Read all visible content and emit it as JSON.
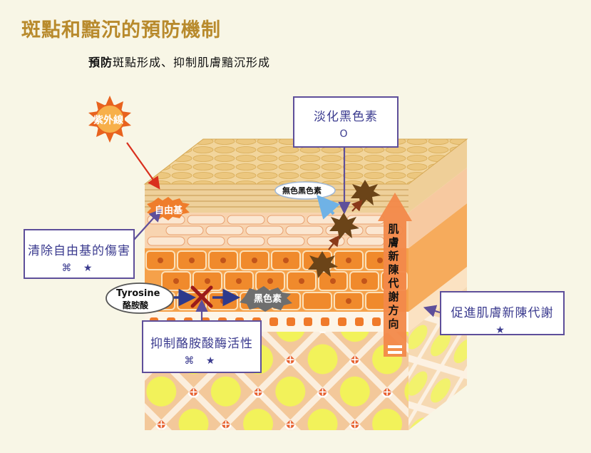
{
  "title": "斑點和黯沉的預防機制",
  "subtitle": {
    "bold": "預防",
    "rest": "斑點形成、抑制肌膚黯沉形成"
  },
  "labels": {
    "uv": "紫外線",
    "free_radical": "自由基",
    "colorless_melanin": "無色黑色素",
    "melanin": "黑色素",
    "tyrosine_en": "Tyrosine",
    "tyrosine_zh": "酪胺酸",
    "vertical": [
      "肌",
      "膚",
      "新",
      "陳",
      "代",
      "謝",
      "方",
      "向"
    ]
  },
  "boxes": {
    "fade": {
      "label": "淡化黑色素",
      "mark": "O"
    },
    "free": {
      "label": "清除自由基的傷害",
      "mark": "⌘ ★"
    },
    "tyr": {
      "label": "抑制酪胺酸酶活性",
      "mark": "⌘ ★"
    },
    "meta": {
      "label": "促進肌膚新陳代謝",
      "mark": "★"
    }
  },
  "colors": {
    "title": "#b88a2c",
    "box_border": "#5e4f9a",
    "box_text": "#3b3b8f",
    "arrow_red": "#d9301e",
    "arrow_blue": "#2d3a8c",
    "melanin": "#6b4418"
  }
}
